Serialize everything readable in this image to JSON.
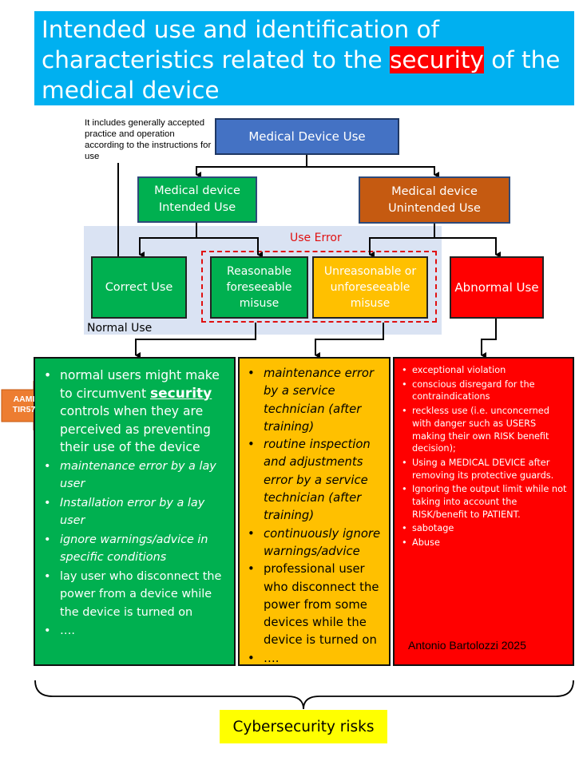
{
  "title": {
    "before": "Intended use and identification of characteristics related to the ",
    "highlight": "security",
    "after": " of the medical device"
  },
  "note": "It includes generally accepted practice and operation according to the instructions for use",
  "boxes": {
    "medical_device_use": "Medical Device Use",
    "intended_use": "Medical device Intended Use",
    "unintended_use": "Medical device Unintended Use",
    "use_error": "Use Error",
    "normal_use": "Normal Use",
    "correct_use": "Correct Use",
    "reasonable_misuse": "Reasonable foreseeable misuse",
    "unreasonable_misuse": "Unreasonable or unforeseeable misuse",
    "abnormal_use": "Abnormal Use"
  },
  "aami_label": "AAMI TIR57",
  "columns": {
    "green": {
      "first_before": "normal users might make to circumvent ",
      "first_security": "security",
      "first_after": " controls when they are perceived as preventing their use of the device",
      "items": [
        "maintenance error by a lay user",
        "Installation error by a lay user",
        "ignore warnings/advice in specific conditions",
        "lay user who disconnect the power from a device while the device is turned on",
        "…."
      ]
    },
    "yellow": {
      "items": [
        "maintenance error by a service technician (after training)",
        "routine inspection and adjustments error by a service technician (after training)",
        "continuously ignore warnings/advice",
        "professional user who disconnect the power from some devices while the device is turned on",
        "…."
      ]
    },
    "red": {
      "items": [
        "exceptional violation",
        "conscious disregard for the contraindications",
        "reckless use (i.e. unconcerned with danger such as USERS making their own RISK benefit decision);",
        "Using a MEDICAL DEVICE after removing its protective guards.",
        "Ignoring the output limit while not taking into account the RISK/benefit to PATIENT.",
        "sabotage",
        "Abuse"
      ],
      "author": "Antonio Bartolozzi 2025"
    }
  },
  "footer": "Cybersecurity risks",
  "colors": {
    "title_bg": "#00b0f0",
    "highlight": "#ff0000",
    "blue_box": "#4472c4",
    "green": "#00b050",
    "orange": "#c55a11",
    "yellow": "#ffc000",
    "red": "#ff0000",
    "panel": "#dae3f3",
    "aami_arrow": "#ed7d31",
    "footer_bg": "#ffff00"
  }
}
